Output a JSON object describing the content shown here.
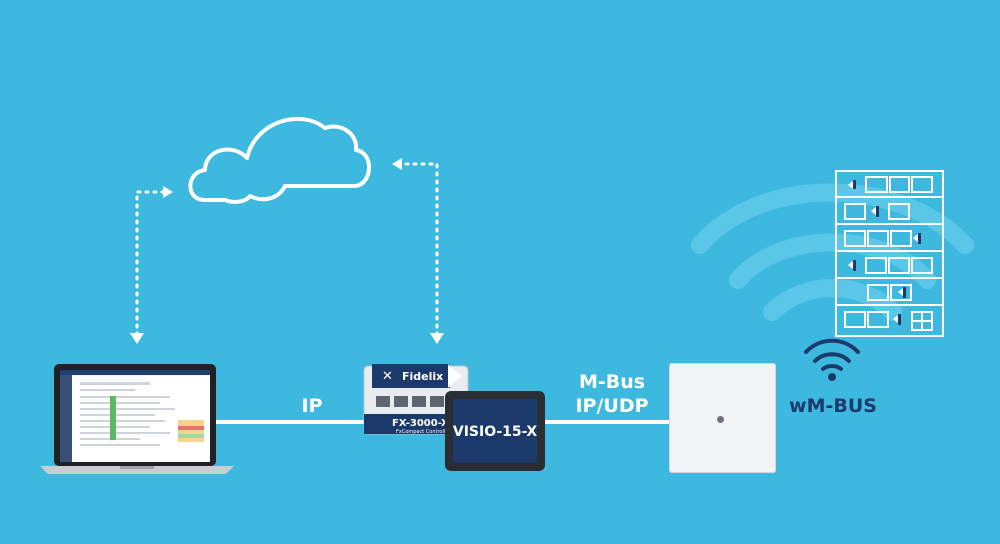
{
  "labels": {
    "ip": "IP",
    "mbus_line1": "M-Bus",
    "mbus_line2": "IP/UDP",
    "wmbus": "wM-BUS"
  },
  "devices": {
    "controller_brand": "Fidelix",
    "controller_model": "FX-3000-X",
    "controller_subtitle": "FxCompact Controller",
    "touch_panel": "VISIO-15-X"
  },
  "colors": {
    "background": "#3db9e0",
    "line": "#ffffff",
    "brand_navy": "#1b3a6b",
    "wmbus_label": "#1b3a6b"
  },
  "icons": [
    "cloud-icon",
    "laptop-icon",
    "controller-icon",
    "touch-panel-icon",
    "receiver-box-icon",
    "building-icon",
    "wifi-icon"
  ]
}
